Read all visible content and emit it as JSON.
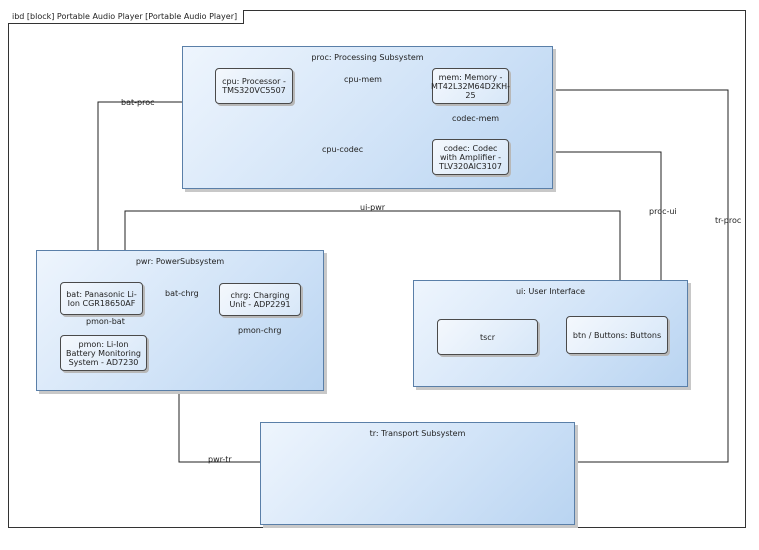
{
  "frame_title": "ibd [block] Portable Audio Player [Portable Audio Player]",
  "parts": {
    "proc": {
      "title": "proc: Processing Subsystem"
    },
    "pwr": {
      "title": "pwr: PowerSubsystem"
    },
    "ui": {
      "title": "ui: User Interface"
    },
    "tr": {
      "title": "tr: Transport Subsystem"
    }
  },
  "subparts": {
    "cpu": "cpu: Processor - TMS320VC5507",
    "mem": "mem: Memory - MT42L32M64D2KH-25",
    "codec": "codec: Codec with Amplifier - TLV320AIC3107",
    "bat": "bat: Panasonic Li-Ion CGR18650AF",
    "chrg": "chrg: Charging Unit - ADP2291",
    "pmon": "pmon: Li-Ion Battery Monitoring System - AD7230",
    "tscr": "tscr",
    "btn": "btn / Buttons: Buttons"
  },
  "connectors": {
    "cpu_mem": "cpu-mem",
    "codec_mem": "codec-mem",
    "cpu_codec": "cpu-codec",
    "bat_proc": "bat-proc",
    "ui_pwr": "ui-pwr",
    "proc_ui": "proc-ui",
    "tr_proc": "tr-proc",
    "bat_chrg": "bat-chrg",
    "pmon_bat": "pmon-bat",
    "pmon_chrg": "pmon-chrg",
    "pwr_tr": "pwr-tr"
  }
}
